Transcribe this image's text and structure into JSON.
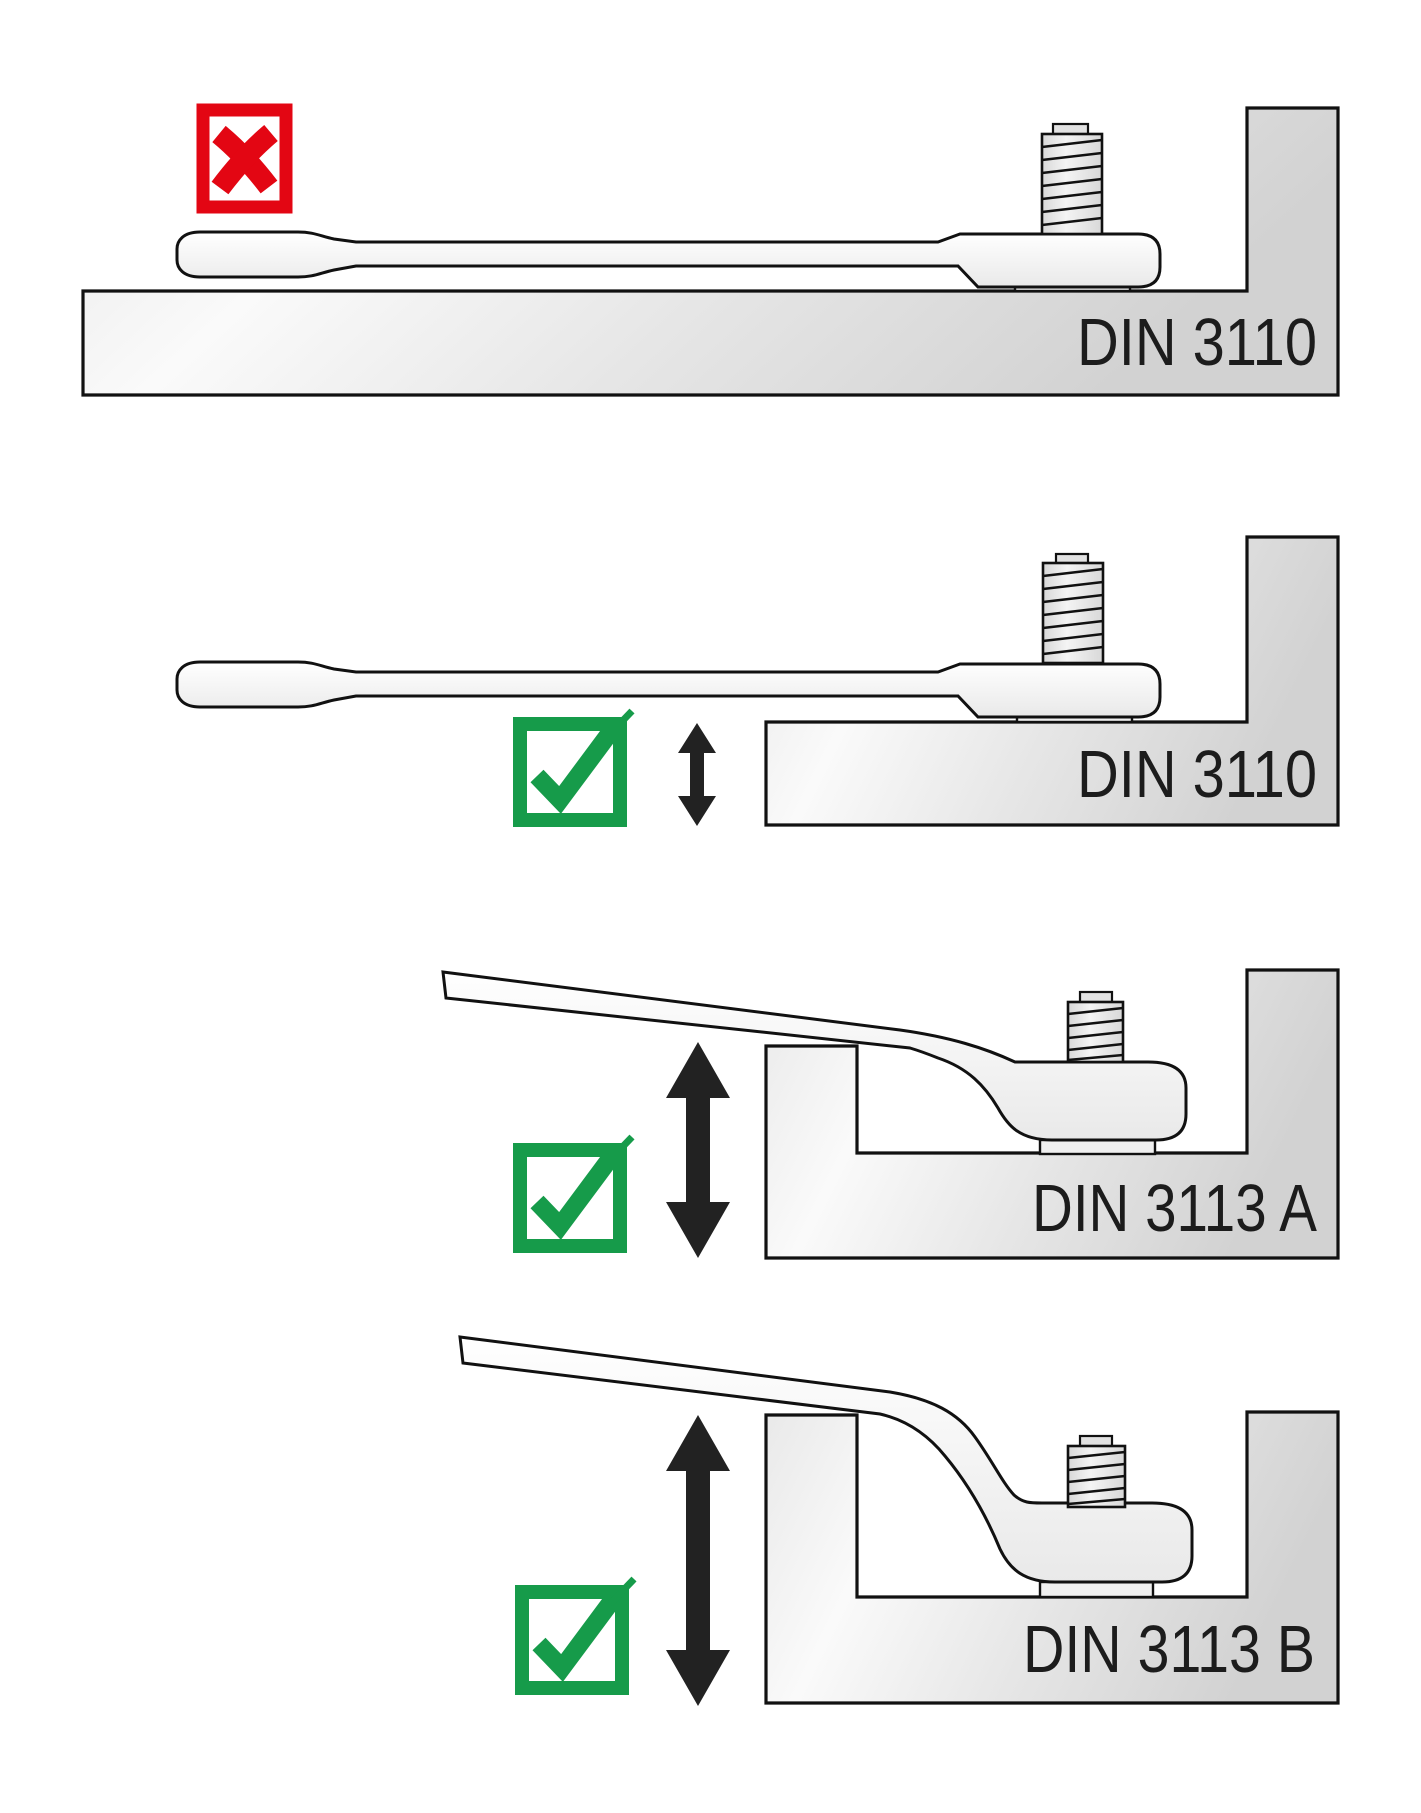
{
  "figure": {
    "background": "#ffffff",
    "colors": {
      "wrong_red": "#e30613",
      "correct_green": "#169b4a",
      "outline_black": "#1a1a1a",
      "block_fill_light": "#f7f7f7",
      "block_fill_dark": "#d9d9d9"
    },
    "sections": [
      {
        "id": "din-3110-wrong",
        "standard_label": "DIN 3110",
        "verdict": "wrong",
        "marker": "cross",
        "wrench_type": "flat-open-end-wrench-flush-on-surface",
        "clearance_arrow": "none"
      },
      {
        "id": "din-3110-correct",
        "standard_label": "DIN 3110",
        "verdict": "correct",
        "marker": "check",
        "wrench_type": "flat-open-end-wrench-with-clearance",
        "clearance_arrow": "small"
      },
      {
        "id": "din-3113-a",
        "standard_label": "DIN 3113 A",
        "verdict": "correct",
        "marker": "check",
        "wrench_type": "offset-ring-wrench",
        "clearance_arrow": "large"
      },
      {
        "id": "din-3113-b",
        "standard_label": "DIN 3113 B",
        "verdict": "correct",
        "marker": "check",
        "wrench_type": "deep-offset-ring-wrench",
        "clearance_arrow": "large"
      }
    ]
  }
}
